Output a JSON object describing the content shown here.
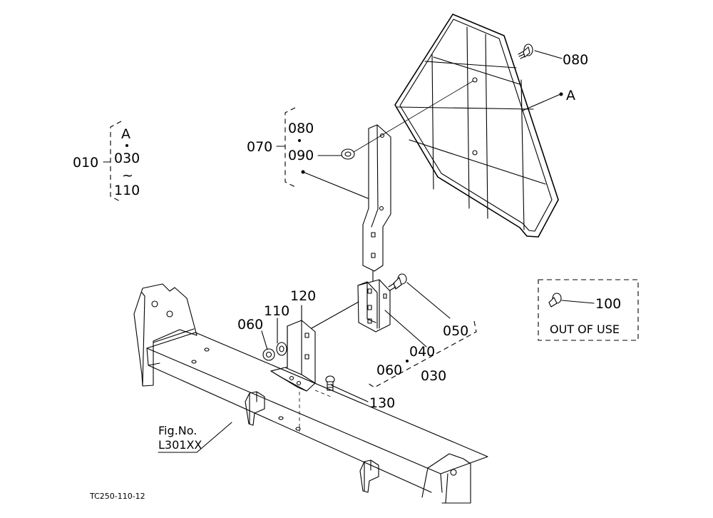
{
  "labels": {
    "p010": "010",
    "pA_left": "A",
    "p030_left": "030",
    "tilde": "~",
    "p110_left": "110",
    "p070": "070",
    "p080_brk": "080",
    "p090": "090",
    "p080_top": "080",
    "pA_right": "A",
    "p120": "120",
    "p110": "110",
    "p060_a": "060",
    "p050": "050",
    "p040": "040",
    "p060_b": "060",
    "p030": "030",
    "p130": "130",
    "p100": "100",
    "out_of_use": "OUT OF USE",
    "fig_no": "Fig.No.",
    "fig_ref": "L301XX",
    "drawing_code": "TC250-110-12"
  }
}
